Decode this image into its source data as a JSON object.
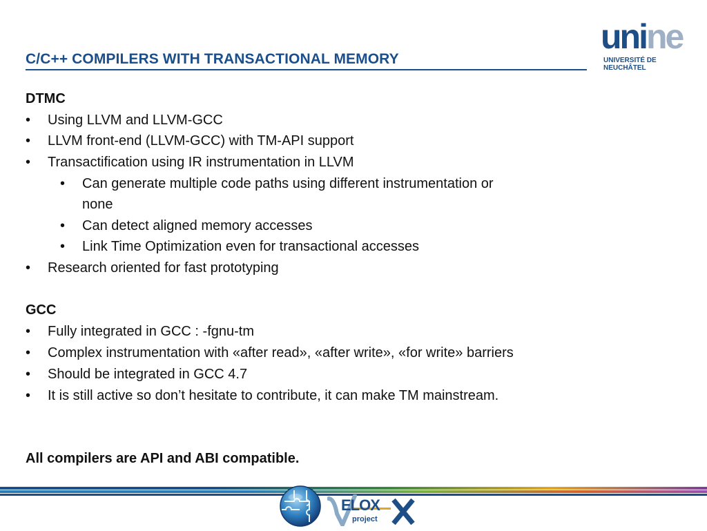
{
  "slide": {
    "title": "C/C++ COMPILERS WITH TRANSACTIONAL MEMORY",
    "accent_color": "#1a4f8b"
  },
  "logo_unine": {
    "word_part1": "uni",
    "word_part2": "ne",
    "line1": "UNIVERSITÉ DE",
    "line2": "NEUCHÂTEL"
  },
  "sections": {
    "dtmc": {
      "heading": "DTMC",
      "items": [
        "Using LLVM and LLVM-GCC",
        "LLVM front-end (LLVM-GCC) with TM-API support",
        "Transactification using IR instrumentation in LLVM"
      ],
      "subitems": [
        "Can generate multiple code paths using different instrumentation or",
        "none",
        "Can detect aligned memory accesses",
        "Link Time Optimization even for transactional accesses"
      ],
      "last_item": "Research oriented for fast prototyping"
    },
    "gcc": {
      "heading": "GCC",
      "items": [
        "Fully integrated in GCC : -fgnu-tm",
        "Complex instrumentation with «after read», «after write», «for write» barriers",
        "Should be integrated in GCC 4.7",
        "It is still active so don’t hesitate to contribute, it can make TM mainstream."
      ]
    }
  },
  "conclusion": "All compilers are API and ABI compatible.",
  "footer": {
    "velox_text": "ELOX",
    "velox_v": "V",
    "velox_project": "project",
    "puzzle_icon": "puzzle-globe-icon"
  }
}
